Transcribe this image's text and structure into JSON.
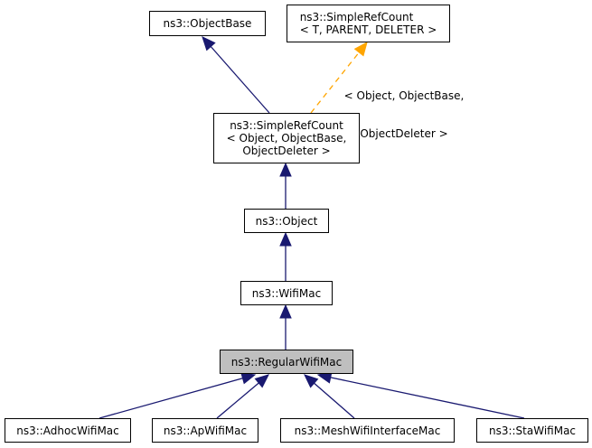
{
  "diagram": {
    "type": "class-inheritance",
    "colors": {
      "public_edge": "#191970",
      "template_edge": "#ffa500",
      "node_border": "#000000",
      "node_fill": "#ffffff",
      "current_fill": "#bfbfbf"
    },
    "nodes": [
      {
        "id": "objectbase",
        "lines": [
          "ns3::ObjectBase"
        ]
      },
      {
        "id": "simplerefcount-template",
        "lines": [
          "ns3::SimpleRefCount",
          "< T, PARENT, DELETER >"
        ]
      },
      {
        "id": "simplerefcount-object",
        "lines": [
          "ns3::SimpleRefCount",
          "< Object, ObjectBase,",
          "ObjectDeleter >"
        ]
      },
      {
        "id": "object",
        "lines": [
          "ns3::Object"
        ]
      },
      {
        "id": "wifimac",
        "lines": [
          "ns3::WifiMac"
        ]
      },
      {
        "id": "regularwifimac",
        "lines": [
          "ns3::RegularWifiMac"
        ],
        "current": true
      },
      {
        "id": "adhocwifimac",
        "lines": [
          "ns3::AdhocWifiMac"
        ]
      },
      {
        "id": "apwifimac",
        "lines": [
          "ns3::ApWifiMac"
        ]
      },
      {
        "id": "meshwifiinterfacemac",
        "lines": [
          "ns3::MeshWifiInterfaceMac"
        ]
      },
      {
        "id": "stawifimac",
        "lines": [
          "ns3::StaWifiMac"
        ]
      }
    ],
    "edges": [
      {
        "from": "simplerefcount-object",
        "to": "objectbase",
        "style": "public"
      },
      {
        "from": "simplerefcount-object",
        "to": "simplerefcount-template",
        "style": "template",
        "label": [
          "< Object, ObjectBase,",
          "ObjectDeleter >"
        ]
      },
      {
        "from": "object",
        "to": "simplerefcount-object",
        "style": "public"
      },
      {
        "from": "wifimac",
        "to": "object",
        "style": "public"
      },
      {
        "from": "regularwifimac",
        "to": "wifimac",
        "style": "public"
      },
      {
        "from": "adhocwifimac",
        "to": "regularwifimac",
        "style": "public"
      },
      {
        "from": "apwifimac",
        "to": "regularwifimac",
        "style": "public"
      },
      {
        "from": "meshwifiinterfacemac",
        "to": "regularwifimac",
        "style": "public"
      },
      {
        "from": "stawifimac",
        "to": "regularwifimac",
        "style": "public"
      }
    ]
  }
}
